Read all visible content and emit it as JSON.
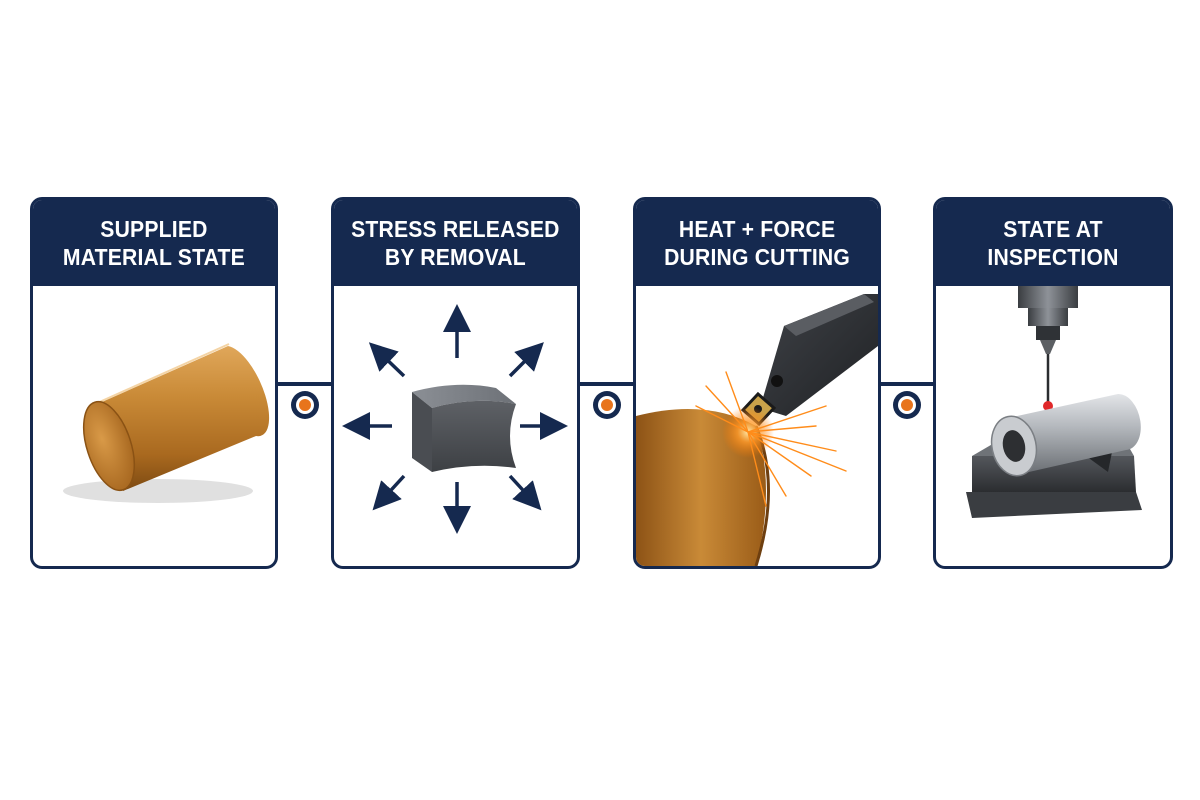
{
  "stages": [
    {
      "title": "Supplied\nMaterial State",
      "art": "brass-cylinder-icon"
    },
    {
      "title": "Stress Released\nby Removal",
      "art": "stress-release-block-icon"
    },
    {
      "title": "Heat + Force\nDuring Cutting",
      "art": "cutting-tool-sparks-icon"
    },
    {
      "title": "State at Inspection",
      "art": "cmm-probe-tube-icon"
    }
  ],
  "colors": {
    "navy": "#15294f",
    "orange": "#e8741c",
    "brass": "#b7772a",
    "steel": "#5c5f63"
  }
}
